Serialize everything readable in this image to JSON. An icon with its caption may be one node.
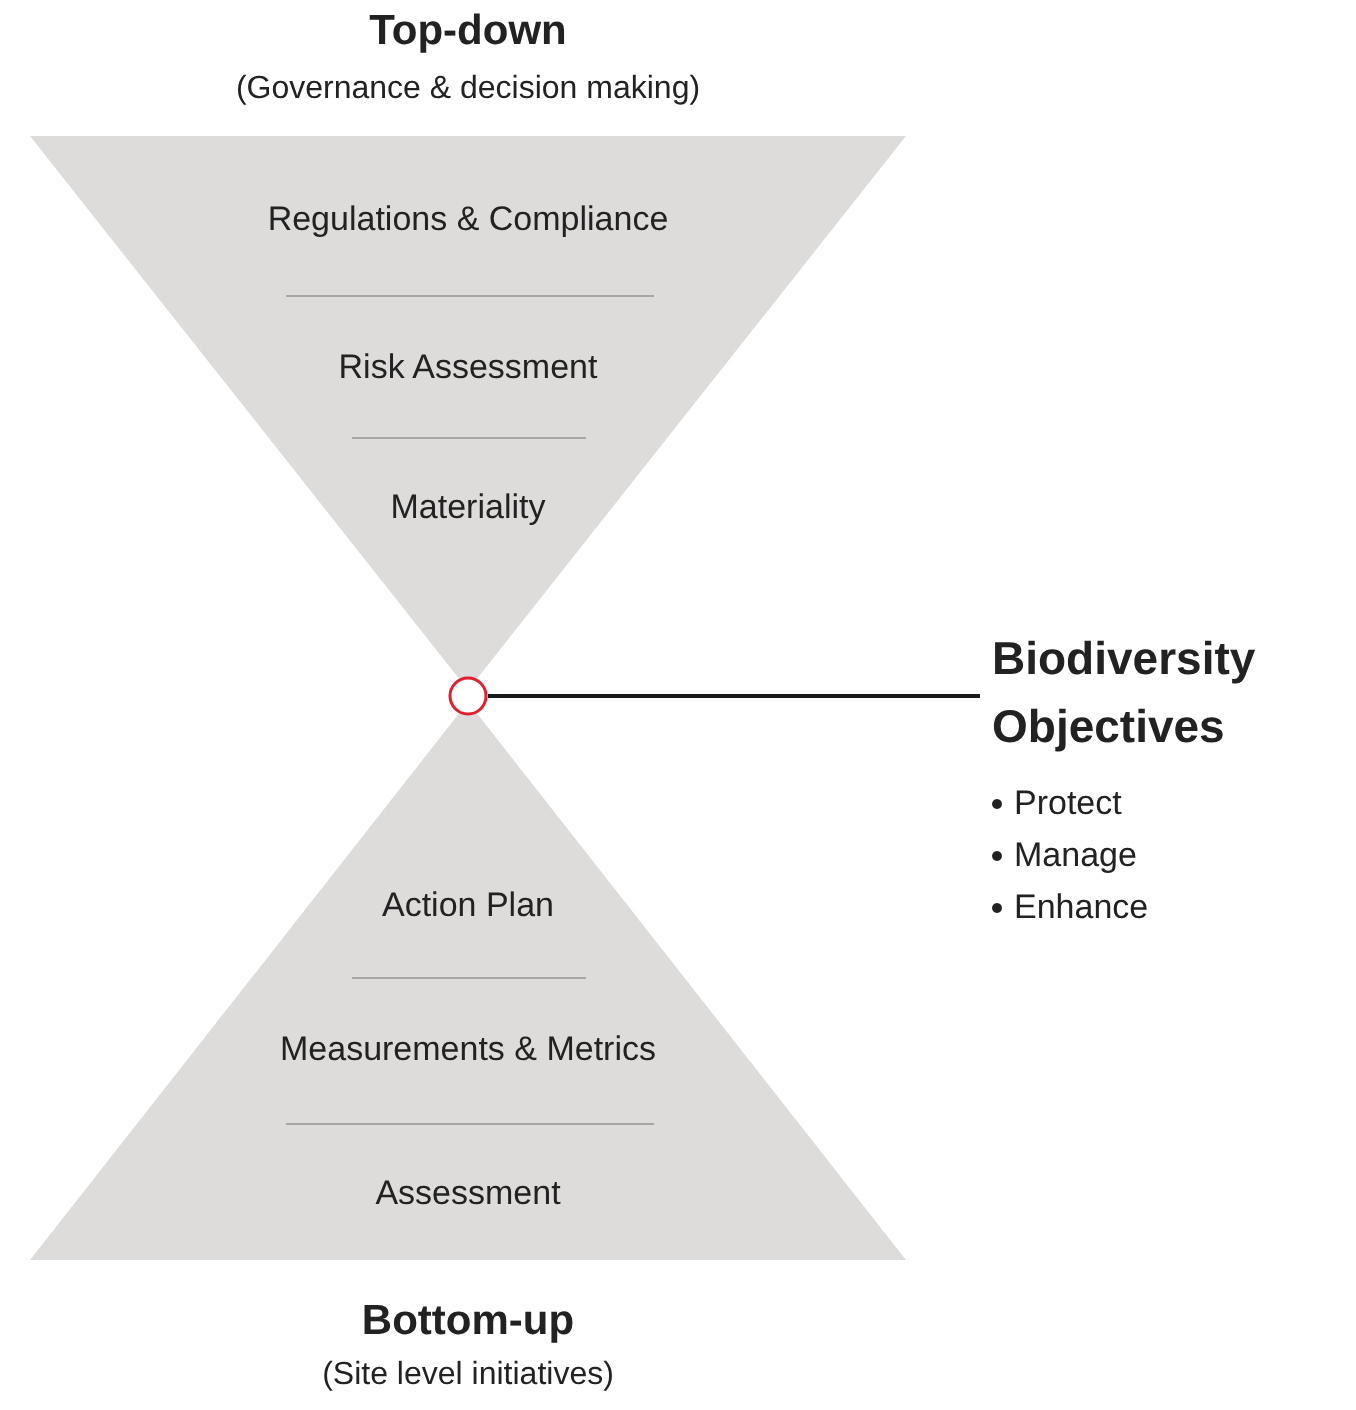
{
  "diagram": {
    "nodes": [
      {
        "text": [
          "Top-down",
          "(Governance & decision making)",
          "Regulations & Compliance",
          "Risk Assessment",
          "Materiality"
        ]
      },
      {
        "text": [
          "Action Plan",
          "Measurements & Metrics",
          "Assessment",
          "Bottom-up",
          "(Site level initiatives)"
        ]
      },
      {
        "text": [],
        "shape": "circle"
      },
      {
        "text": [
          "Biodiversity Objectives",
          "Protect",
          "Manage",
          "Enhance"
        ]
      }
    ],
    "edges": [
      {
        "from": 2,
        "to": 3,
        "arrow": "none"
      }
    ]
  }
}
